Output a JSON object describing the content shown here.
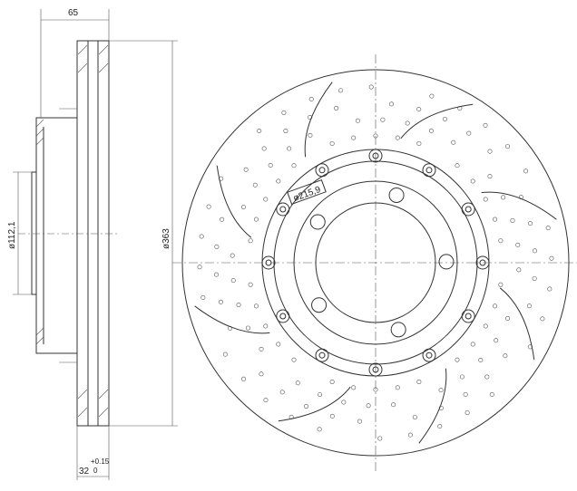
{
  "drawing": {
    "title": "Brake disc drawing",
    "dimensions": {
      "width_overall": "65",
      "hub_diameter": "ø112,1",
      "disc_diameter": "ø363",
      "inner_diameter": "ø215,9",
      "thickness": "32",
      "tolerance_upper": "+0.15",
      "tolerance_lower": "0"
    }
  }
}
